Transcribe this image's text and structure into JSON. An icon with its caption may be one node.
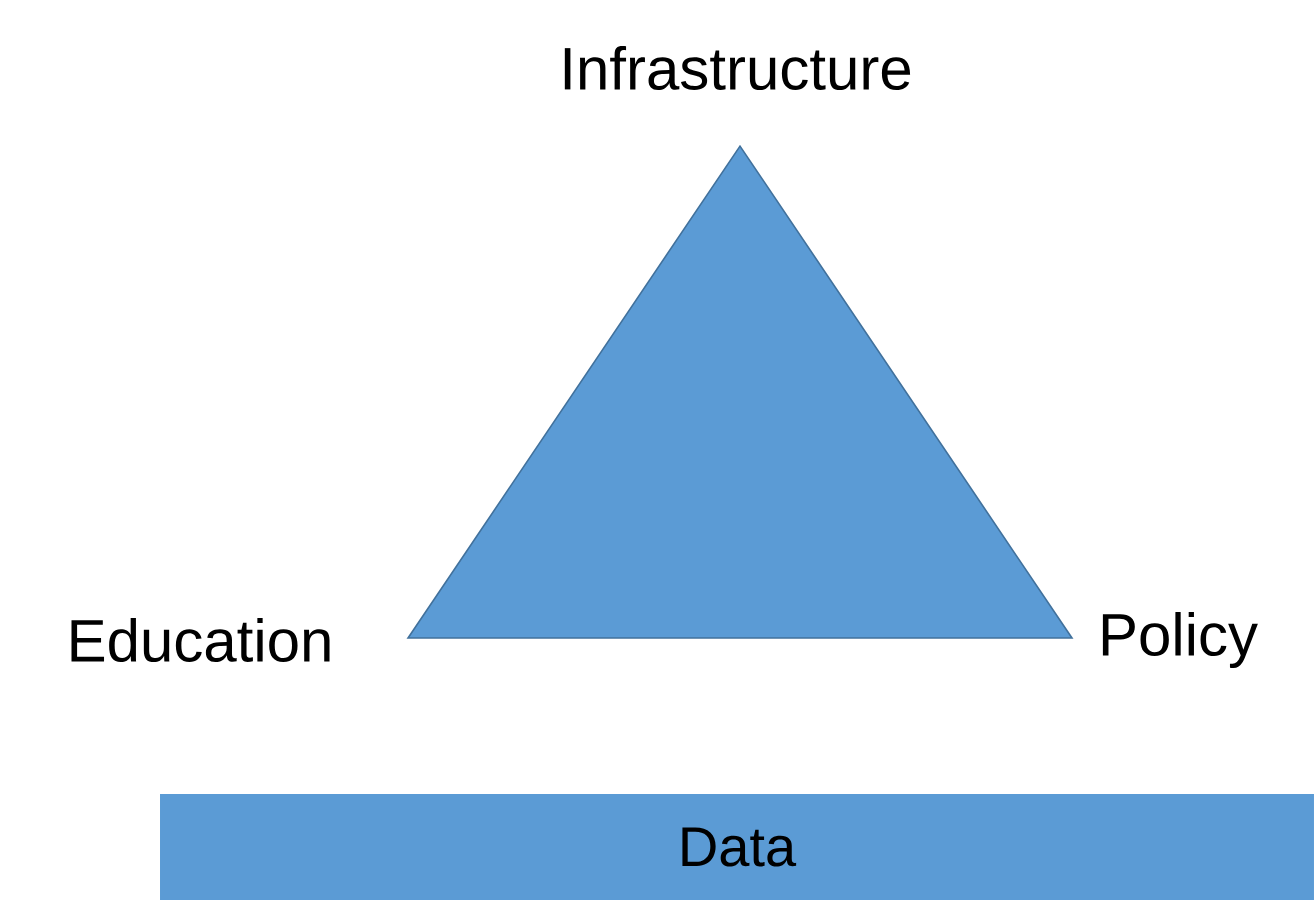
{
  "diagram": {
    "nodes": [
      {
        "text": [],
        "shape": "triangle",
        "beside": [
          "Infrastructure",
          "Education",
          "Policy"
        ]
      },
      {
        "text": [
          "Data"
        ]
      }
    ]
  }
}
